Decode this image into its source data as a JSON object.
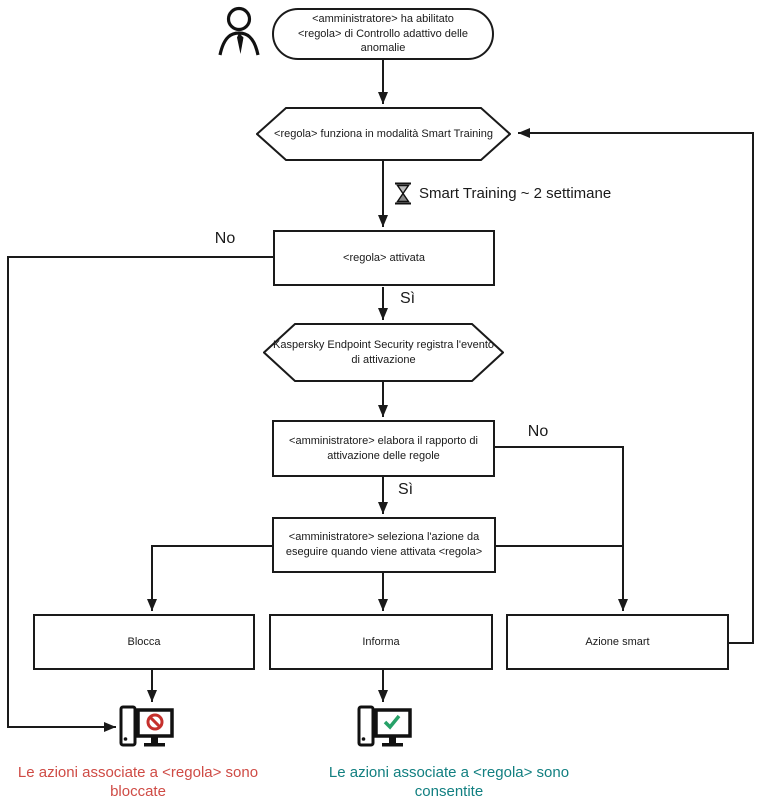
{
  "flowchart": {
    "nodes": {
      "start": "<amministratore> ha abilitato <regola> di Controllo adattivo delle anomalie",
      "training_mode": "<regola> funziona in modalità Smart Training",
      "rule_activated": "<regola> attivata",
      "log_event": "Kaspersky Endpoint Security registra l'evento di attivazione",
      "process_report": "<amministratore> elabora il rapporto di attivazione delle regole",
      "select_action": "<amministratore> seleziona l'azione da eseguire quando viene attivata <regola>",
      "block": "Blocca",
      "inform": "Informa",
      "smart_action": "Azione smart"
    },
    "edge_labels": {
      "rule_activated_no": "No",
      "rule_activated_yes": "Sì",
      "process_report_no": "No",
      "process_report_yes": "Sì"
    },
    "notes": {
      "training_duration": "Smart Training ~ 2 settimane"
    },
    "results": {
      "blocked": "Le azioni associate a <regola> sono bloccate",
      "allowed": "Le azioni associate a <regola> sono consentite"
    },
    "icons": {
      "actor": "person-icon",
      "timer": "hourglass-icon",
      "blocked_endpoint": "computer-with-prohibition-sign",
      "allowed_endpoint": "computer-with-checkmark"
    },
    "colors": {
      "line": "#1a1a1a",
      "blocked_text": "#cf4b45",
      "allowed_text": "#117f80",
      "prohibition_sign": "#c5302c",
      "checkmark": "#27a168"
    }
  }
}
